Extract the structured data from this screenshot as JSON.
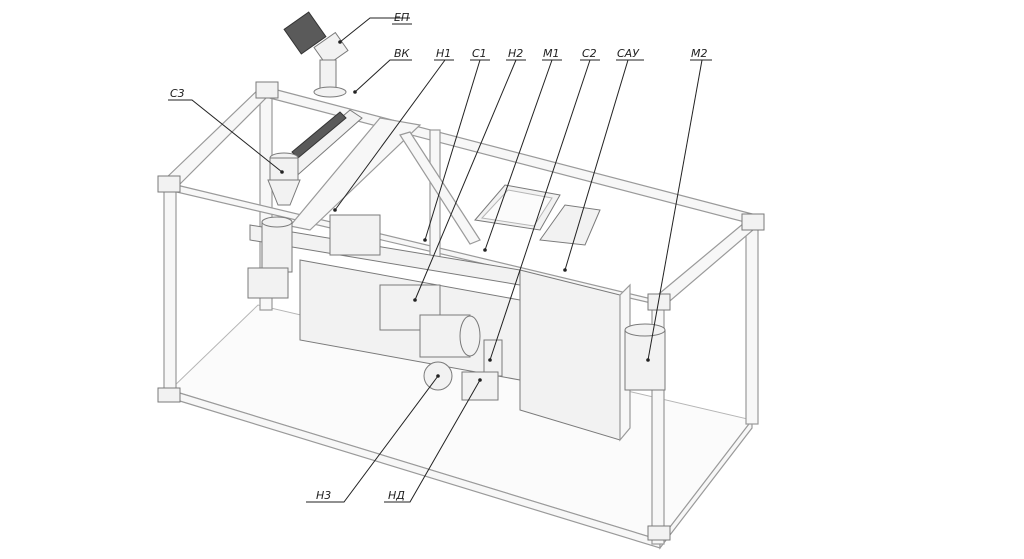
{
  "labels": {
    "ep": "ЕП",
    "vk": "ВК",
    "s3": "С3",
    "n1": "Н1",
    "s1": "С1",
    "n2": "Н2",
    "m1": "М1",
    "s2": "С2",
    "sau": "САУ",
    "m2": "М2",
    "n3": "Н3",
    "nd": "НД"
  }
}
